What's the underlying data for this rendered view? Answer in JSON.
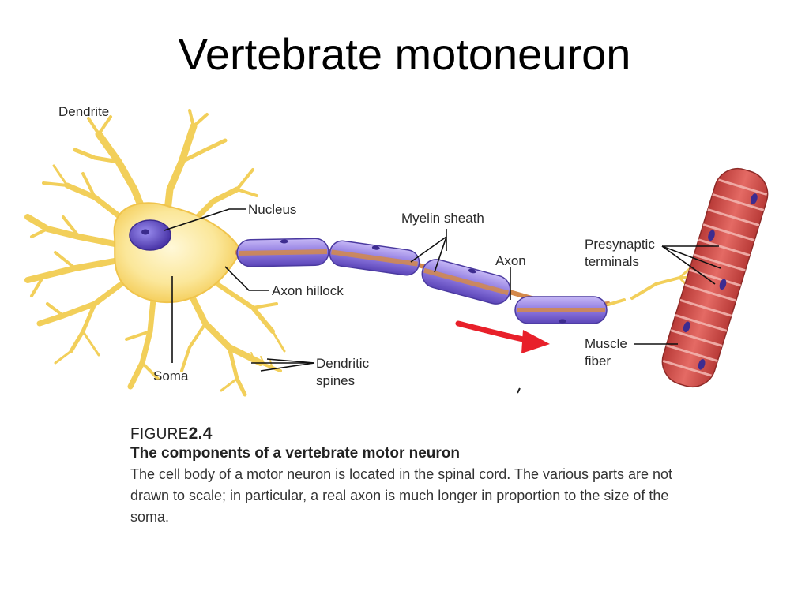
{
  "title": "Vertebrate motoneuron",
  "labels": {
    "dendrite": "Dendrite",
    "nucleus": "Nucleus",
    "myelin_sheath": "Myelin sheath",
    "axon": "Axon",
    "presynaptic_line1": "Presynaptic",
    "presynaptic_line2": "terminals",
    "axon_hillock": "Axon hillock",
    "soma": "Soma",
    "dendritic_line1": "Dendritic",
    "dendritic_line2": "spines",
    "muscle_line1": "Muscle",
    "muscle_line2": "fiber"
  },
  "caption": {
    "figure_word": "FIGURE",
    "figure_number": "2.4",
    "heading": "The components of a vertebrate motor neuron",
    "body": "The cell body of a motor neuron is located in the spinal cord. The various parts are not drawn to scale; in particular, a real axon is much longer in proportion to the size of the soma."
  },
  "colors": {
    "neuron": "#f6d76e",
    "neuron_light": "#fff5c8",
    "nucleus": "#6a57c8",
    "myelin": "#8e79e0",
    "axon_core": "#d4894a",
    "muscle": "#d9534f",
    "muscle_stripe": "#f2b3ae",
    "arrow": "#e8202a"
  }
}
